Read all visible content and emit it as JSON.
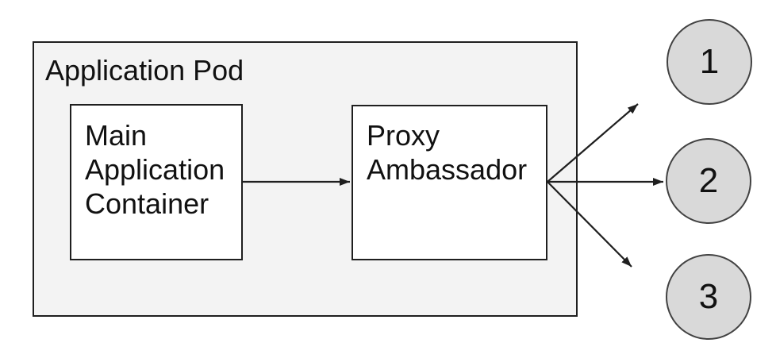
{
  "colors": {
    "background": "#ffffff",
    "pod_fill": "#f3f3f3",
    "node_fill": "#ffffff",
    "endpoint_fill": "#d9d9d9",
    "stroke": "#1f1f1f",
    "endpoint_stroke": "#424242"
  },
  "diagram": {
    "pod": {
      "label": "Application Pod"
    },
    "nodes": {
      "main": {
        "label": "Main Application Container"
      },
      "proxy": {
        "label": "Proxy Ambassador"
      }
    },
    "connectors": {
      "main_to_proxy": "arrow from Main Application Container to Proxy Ambassador",
      "proxy_to_1": "arrow from Proxy Ambassador toward endpoint 1",
      "proxy_to_2": "arrow from Proxy Ambassador toward endpoint 2",
      "proxy_to_3": "arrow from Proxy Ambassador toward endpoint 3"
    },
    "endpoints": [
      {
        "label": "1"
      },
      {
        "label": "2"
      },
      {
        "label": "3"
      }
    ]
  }
}
